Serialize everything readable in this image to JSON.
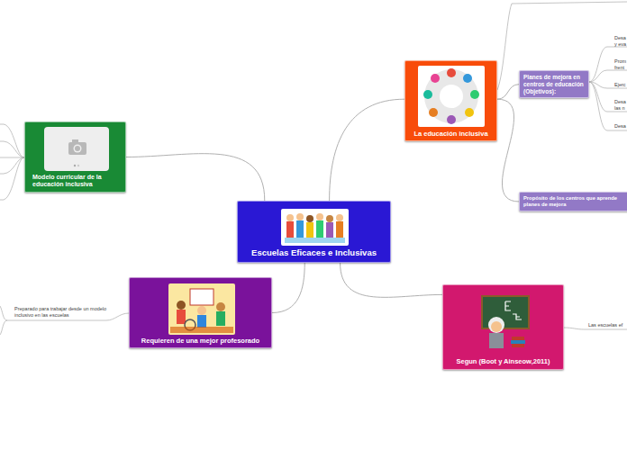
{
  "diagram": {
    "nodes": [
      {
        "text": [
          "Escuelas Eficaces e Inclusivas"
        ]
      },
      {
        "text": [
          "La educación inclusiva"
        ]
      },
      {
        "text": [
          "Planes de mejora en centros de educación (Objetivos):"
        ]
      },
      {
        "text": [
          "Propósito de los centros que aprende planes de mejora"
        ]
      },
      {
        "text": [
          "Segun (Boot y  Ainseow,2011)"
        ]
      },
      {
        "text": [
          "Requieren de una mejor profesorado"
        ]
      },
      {
        "text": [
          "Modelo curricular de la educación inclusiva"
        ]
      }
    ],
    "edges": [
      {
        "from": 0,
        "to": 1,
        "arrow": "none"
      },
      {
        "from": 1,
        "to": 2,
        "arrow": "none"
      },
      {
        "from": 1,
        "to": 3,
        "arrow": "none"
      },
      {
        "from": 0,
        "to": 4,
        "arrow": "none"
      },
      {
        "from": 0,
        "to": 5,
        "arrow": "none"
      },
      {
        "from": 0,
        "to": 6,
        "arrow": "none"
      }
    ],
    "labels": [
      "Desa y eva",
      "Prom frent",
      "Ejerc",
      "Desa las n",
      "Desa",
      "Preparado para trabajar desde un modelo inclusivo en las escuelas",
      "Las escuelas ef"
    ]
  }
}
